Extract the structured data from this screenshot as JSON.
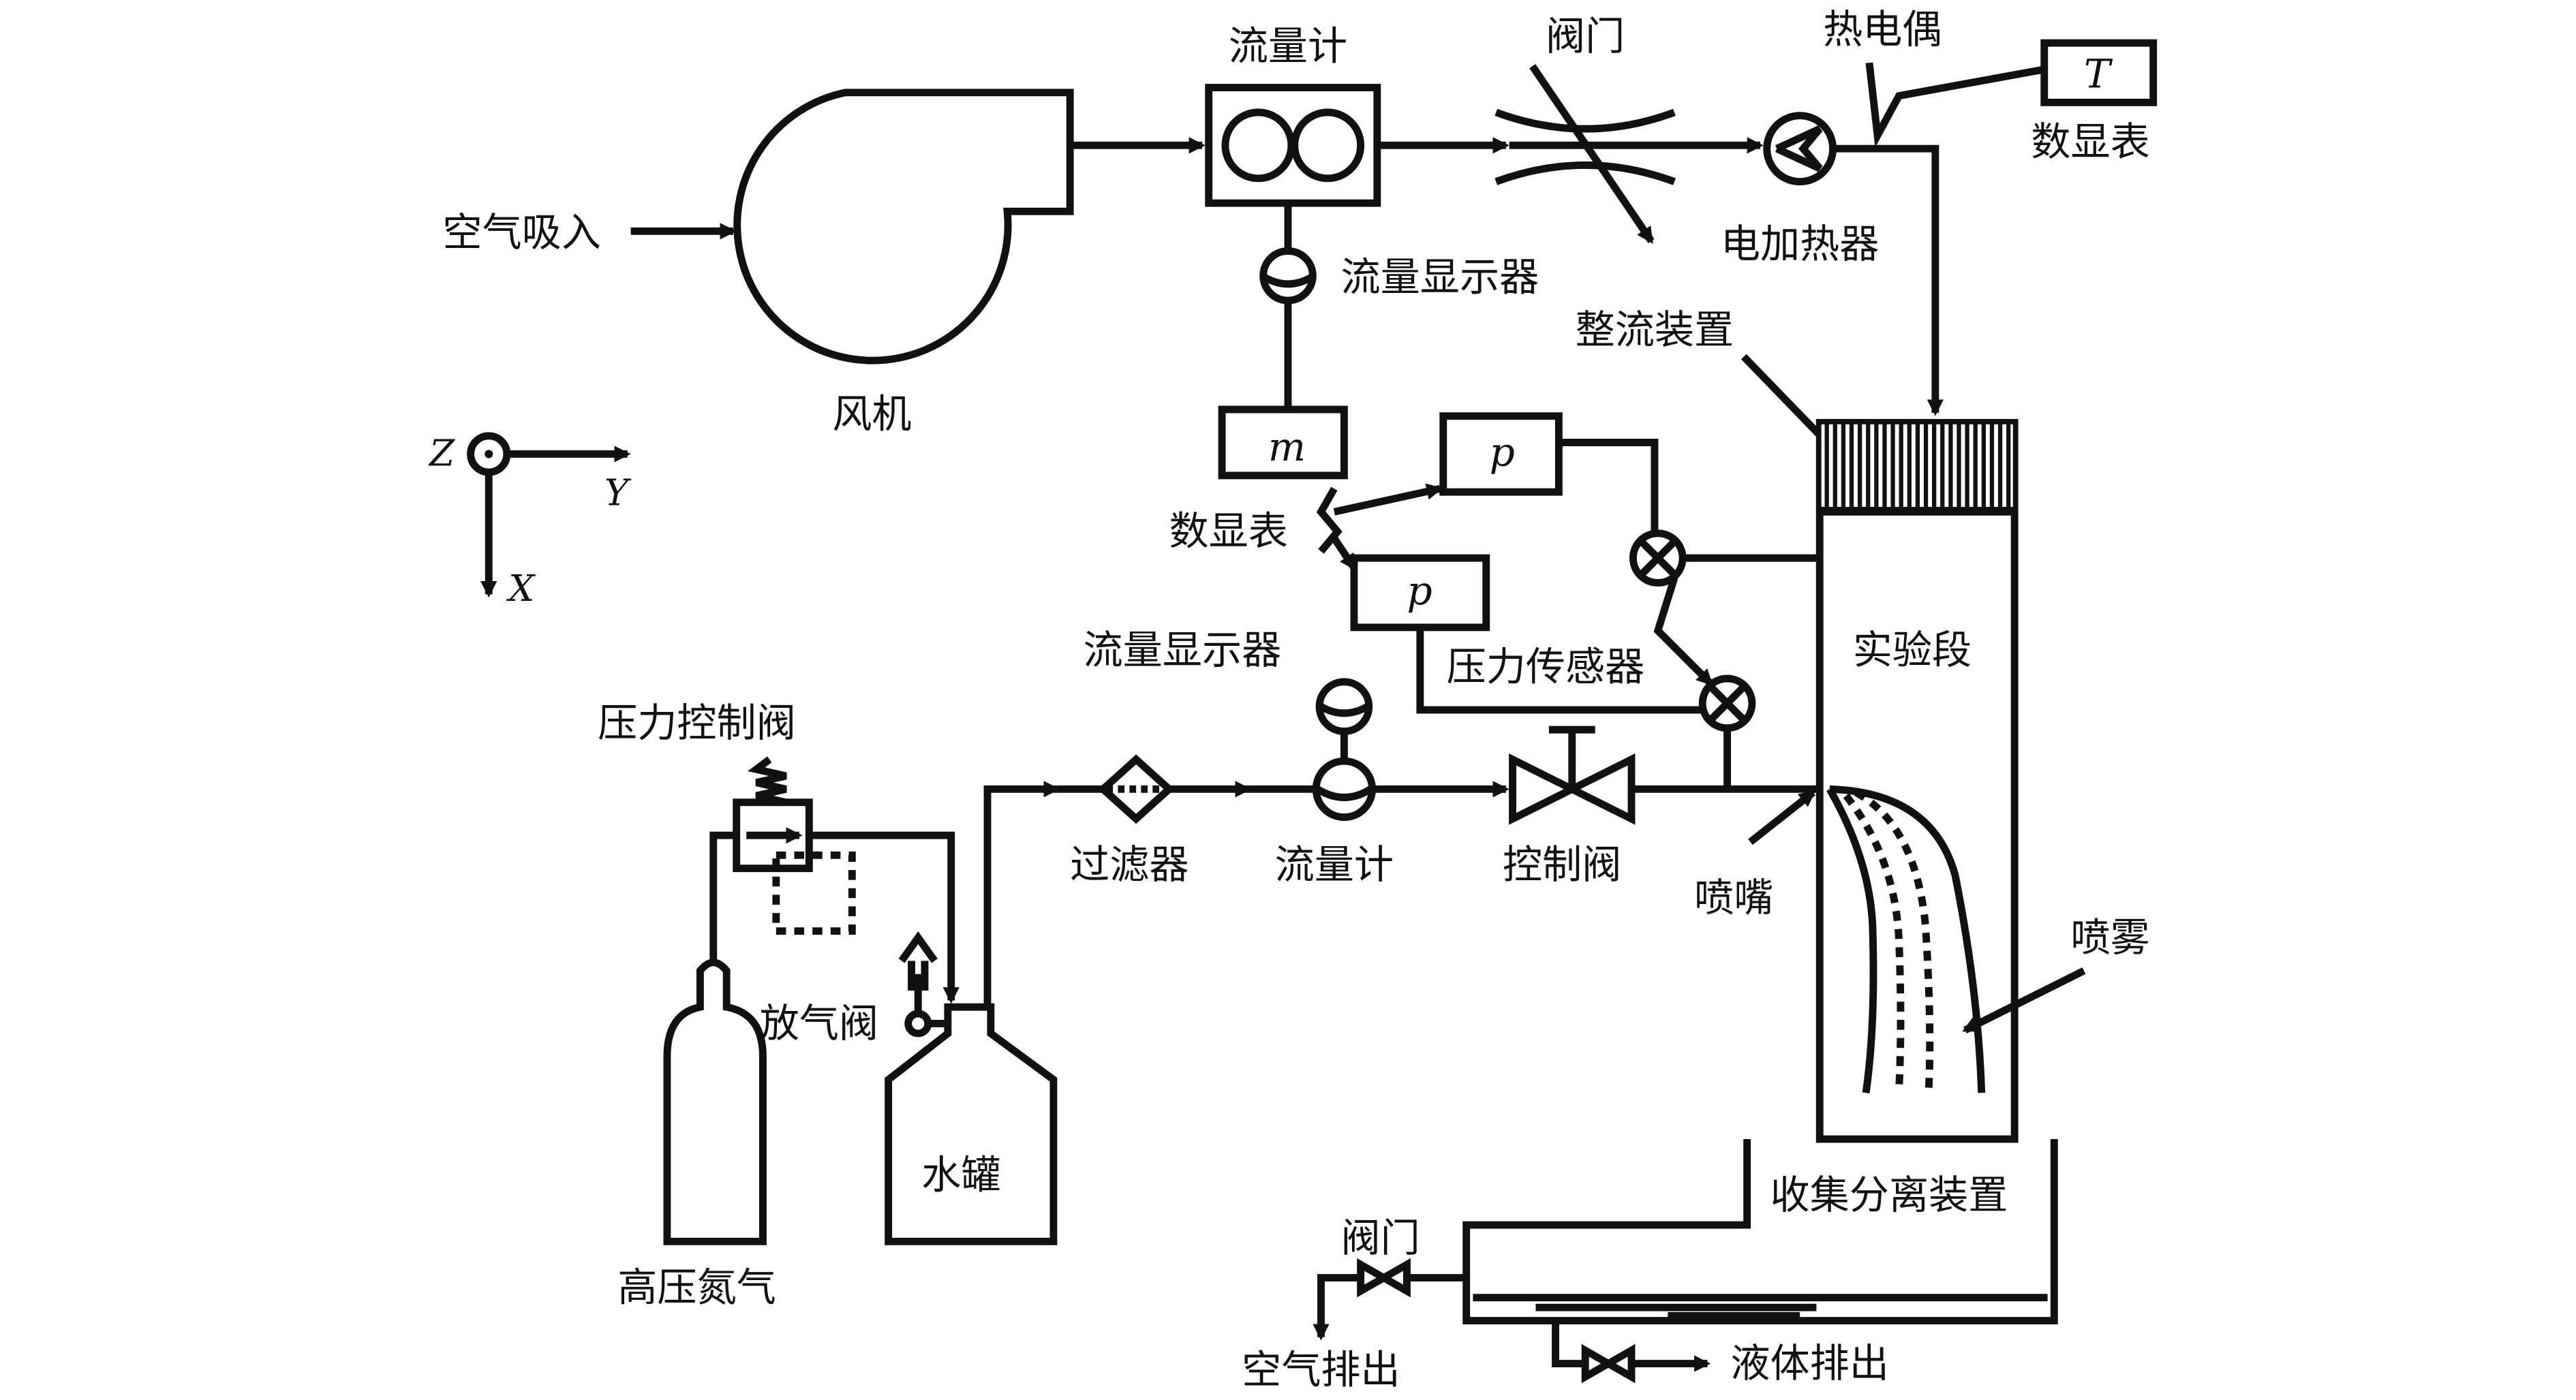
{
  "colors": {
    "line": "#111111",
    "background": "#ffffff"
  },
  "labels": {
    "air_intake": "空气吸入",
    "fan": "风机",
    "flowmeter_air": "流量计",
    "valve_air": "阀门",
    "thermocouple": "热电偶",
    "temp_display_symbol": "T",
    "digital_display_top": "数显表",
    "electric_heater": "电加热器",
    "flow_display_air": "流量显示器",
    "flow_straightener": "整流装置",
    "mass_display_symbol": "m",
    "pressure_display_symbol_1": "p",
    "pressure_display_symbol_2": "p",
    "digital_display_mid": "数显表",
    "flow_display_water": "流量显示器",
    "pressure_sensor": "压力传感器",
    "test_section": "实验段",
    "pressure_control_valve": "压力控制阀",
    "filter": "过滤器",
    "flowmeter_water": "流量计",
    "control_valve": "控制阀",
    "nozzle": "喷嘴",
    "spray": "喷雾",
    "bleed_valve": "放气阀",
    "water_tank": "水罐",
    "high_pressure_nitrogen": "高压氮气",
    "collection_separator": "收集分离装置",
    "valve_bottom": "阀门",
    "air_exhaust": "空气排出",
    "liquid_exhaust": "液体排出"
  },
  "axes": {
    "z": "Z",
    "y": "Y",
    "x": "X"
  }
}
